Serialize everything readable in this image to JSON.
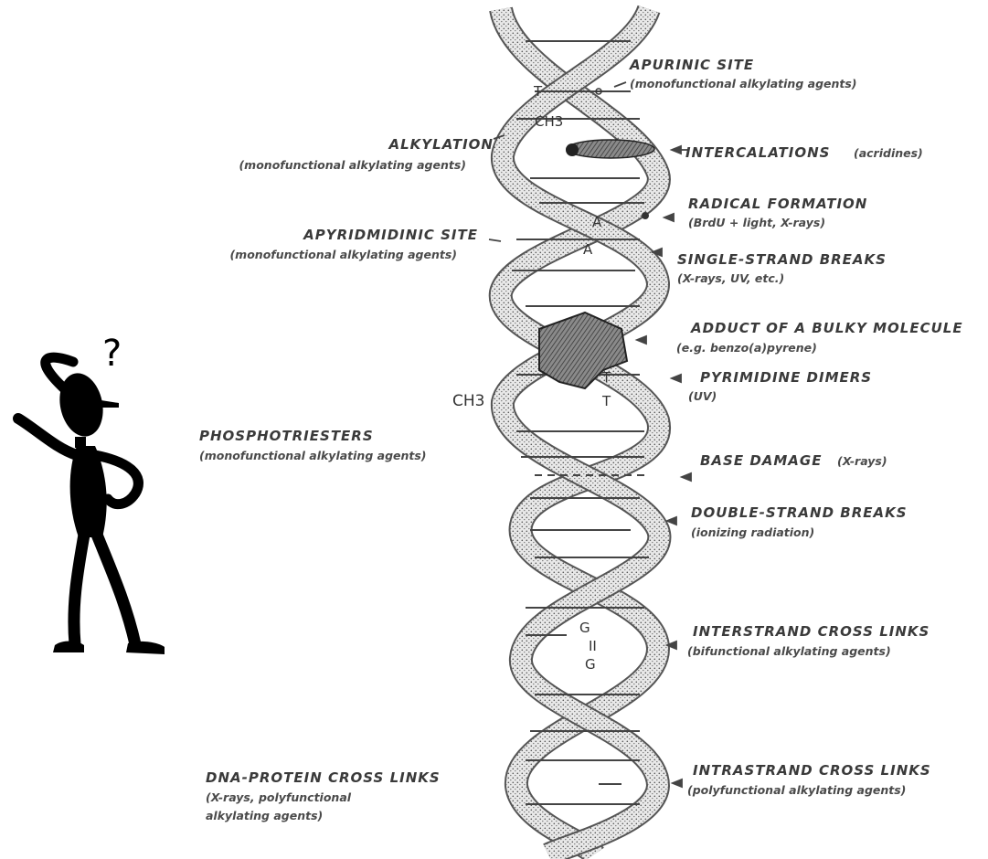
{
  "left_labels": [
    {
      "id": "alkylation",
      "title": "ALKYLATION",
      "sub": "(monofunctional alkylating agents)"
    },
    {
      "id": "apyrimidinic",
      "title": "APYRIDMIDINIC SITE",
      "sub": "(monofunctional alkylating agents)"
    },
    {
      "id": "phosphotriesters",
      "title": "PHOSPHOTRIESTERS",
      "sub": "(monofunctional alkylating agents)"
    },
    {
      "id": "dna-protein",
      "title": "DNA-PROTEIN CROSS LINKS",
      "sub_lines": [
        "(X-rays, polyfunctional",
        "alkylating agents)"
      ]
    }
  ],
  "right_labels": [
    {
      "id": "apurinic",
      "title": "APURINIC SITE",
      "sub": "(monofunctional alkylating agents)"
    },
    {
      "id": "intercalations",
      "title": "INTERCALATIONS",
      "sub_inline": "(acridines)"
    },
    {
      "id": "radical",
      "title": "RADICAL FORMATION",
      "sub": "(BrdU + light, X-rays)"
    },
    {
      "id": "single-strand",
      "title": "SINGLE-STRAND BREAKS",
      "sub": "(X-rays, UV, etc.)"
    },
    {
      "id": "adduct",
      "title": "ADDUCT OF A BULKY MOLECULE",
      "sub": "(e.g. benzo(a)pyrene)"
    },
    {
      "id": "pyrimidine",
      "title": "PYRIMIDINE DIMERS",
      "sub": "(UV)"
    },
    {
      "id": "base-damage",
      "title": "BASE DAMAGE",
      "sub_inline": "(X-rays)"
    },
    {
      "id": "double-strand",
      "title": "DOUBLE-STRAND BREAKS",
      "sub": "(ionizing radiation)"
    },
    {
      "id": "interstrand",
      "title": "INTERSTRAND CROSS LINKS",
      "sub": "(bifunctional alkylating agents)"
    },
    {
      "id": "intrastrand",
      "title": "INTRASTRAND CROSS LINKS",
      "sub": "(polyfunctional alkylating agents)"
    }
  ],
  "helix_marks": {
    "t_top": "T",
    "ch3_top": "CH3",
    "a_upper": "A",
    "a_lower": "A",
    "ch3_left": "CH3",
    "t_dimer_1": "T",
    "t_dimer_2": "T",
    "g_upper": "G",
    "g_link": "II",
    "g_lower": "G"
  },
  "question_mark": "?"
}
